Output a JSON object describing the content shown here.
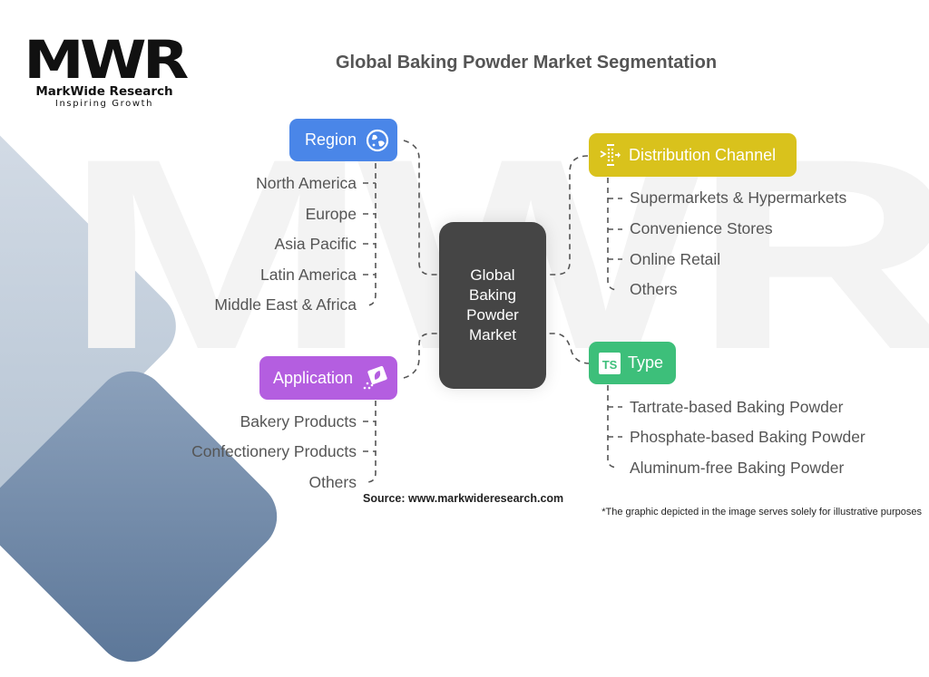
{
  "logo": {
    "mark": "MWR",
    "name": "MarkWide Research",
    "tagline": "Inspiring Growth"
  },
  "title": "Global Baking Powder Market Segmentation",
  "center_node": {
    "label": "Global Baking Powder Market",
    "lines": [
      "Global",
      "Baking",
      "Powder",
      "Market"
    ],
    "color": "#454545"
  },
  "segments": {
    "region": {
      "label": "Region",
      "icon": "globe-icon",
      "color": "#4a86e8",
      "items": [
        "North America",
        "Europe",
        "Asia Pacific",
        "Latin America",
        "Middle East & Africa"
      ]
    },
    "distribution_channel": {
      "label": "Distribution Channel",
      "icon": "distribution-icon",
      "color": "#d9c21c",
      "items": [
        "Supermarkets & Hypermarkets",
        "Convenience Stores",
        "Online Retail",
        "Others"
      ]
    },
    "application": {
      "label": "Application",
      "icon": "seed-packet-icon",
      "color": "#b45ee0",
      "items": [
        "Bakery Products",
        "Confectionery Products",
        "Others"
      ]
    },
    "type": {
      "label": "Type",
      "icon": "ts-icon",
      "icon_text": "TS",
      "color": "#3dbf7a",
      "items": [
        "Tartrate-based Baking Powder",
        "Phosphate-based Baking Powder",
        "Aluminum-free Baking Powder"
      ]
    }
  },
  "footer": {
    "source": "Source: www.markwideresearch.com",
    "disclaimer": "*The graphic depicted in the image serves solely for illustrative purposes"
  }
}
